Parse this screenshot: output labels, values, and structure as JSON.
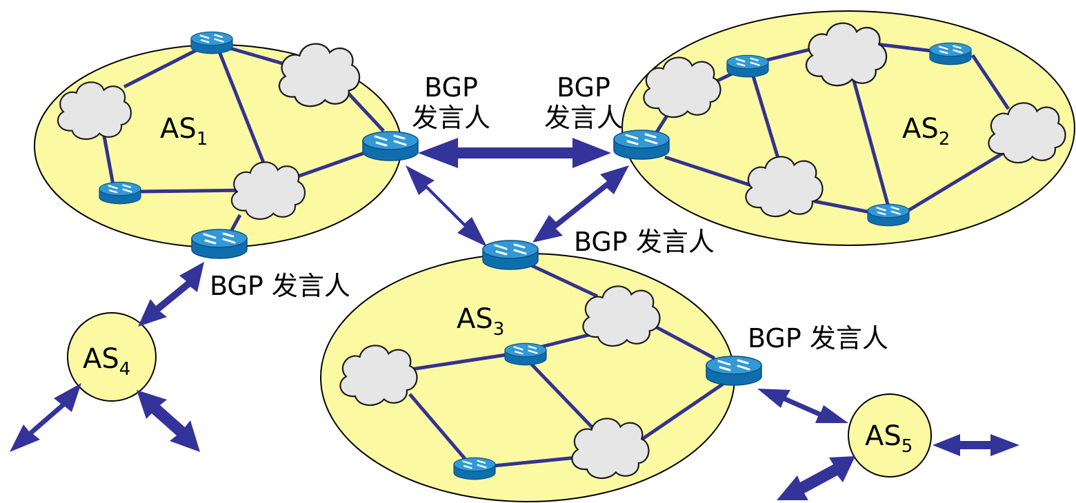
{
  "colors": {
    "as_fill": "#fbfaa2",
    "as_stroke": "#000000",
    "link": "#33338f",
    "arrow": "#33339a",
    "cloud_fill": "#e6e6e6",
    "router_top": "#3399d6",
    "router_body": "#0f6eae"
  },
  "icons": {
    "router": "router-icon",
    "cloud": "network-cloud-icon",
    "arrow": "double-headed-arrow-icon"
  },
  "systems": {
    "as1": {
      "main": "AS",
      "sub": "1"
    },
    "as2": {
      "main": "AS",
      "sub": "2"
    },
    "as3": {
      "main": "AS",
      "sub": "3"
    },
    "as4": {
      "main": "AS",
      "sub": "4"
    },
    "as5": {
      "main": "AS",
      "sub": "5"
    }
  },
  "labels": {
    "speaker_as1_top": "BGP",
    "speaker_as1_bottom": "发言人",
    "speaker_as2_top": "BGP",
    "speaker_as2_bottom": "发言人",
    "speaker_as3": "BGP 发言人",
    "speaker_as1_lower": "BGP 发言人",
    "speaker_as3_right": "BGP 发言人"
  }
}
